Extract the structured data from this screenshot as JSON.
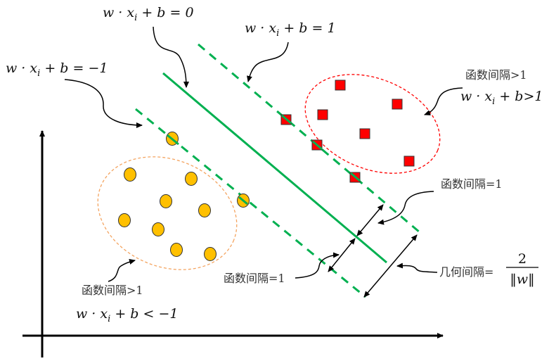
{
  "labels": {
    "hyperplane": {
      "lhs": "w · x",
      "sub": "i",
      "rhs": " + b = 0"
    },
    "positive_margin": {
      "lhs": "w · x",
      "sub": "i",
      "rhs": " + b = 1"
    },
    "negative_margin": {
      "lhs": "w · x",
      "sub": "i",
      "rhs": " + b = −1"
    },
    "positive_region_title": "函数间隔>1",
    "positive_region_eq": {
      "lhs": "w · x",
      "sub": "i",
      "rhs": " + b>1"
    },
    "negative_region_title": "函数间隔>1",
    "negative_region_eq": {
      "lhs": "w · x",
      "sub": "i",
      "rhs": " + b < −1"
    },
    "functional_margin_upper": "函数间隔=1",
    "functional_margin_lower": "函数间隔=1",
    "geometric_margin": "几何间隔=",
    "geometric_numerator": "2",
    "geometric_denominator": "‖w‖"
  },
  "colors": {
    "line": "#00b050",
    "positive_point": "#ff0000",
    "negative_point": "#ffc000",
    "positive_ellipse": "#ff0000",
    "negative_ellipse": "#f4a460"
  }
}
